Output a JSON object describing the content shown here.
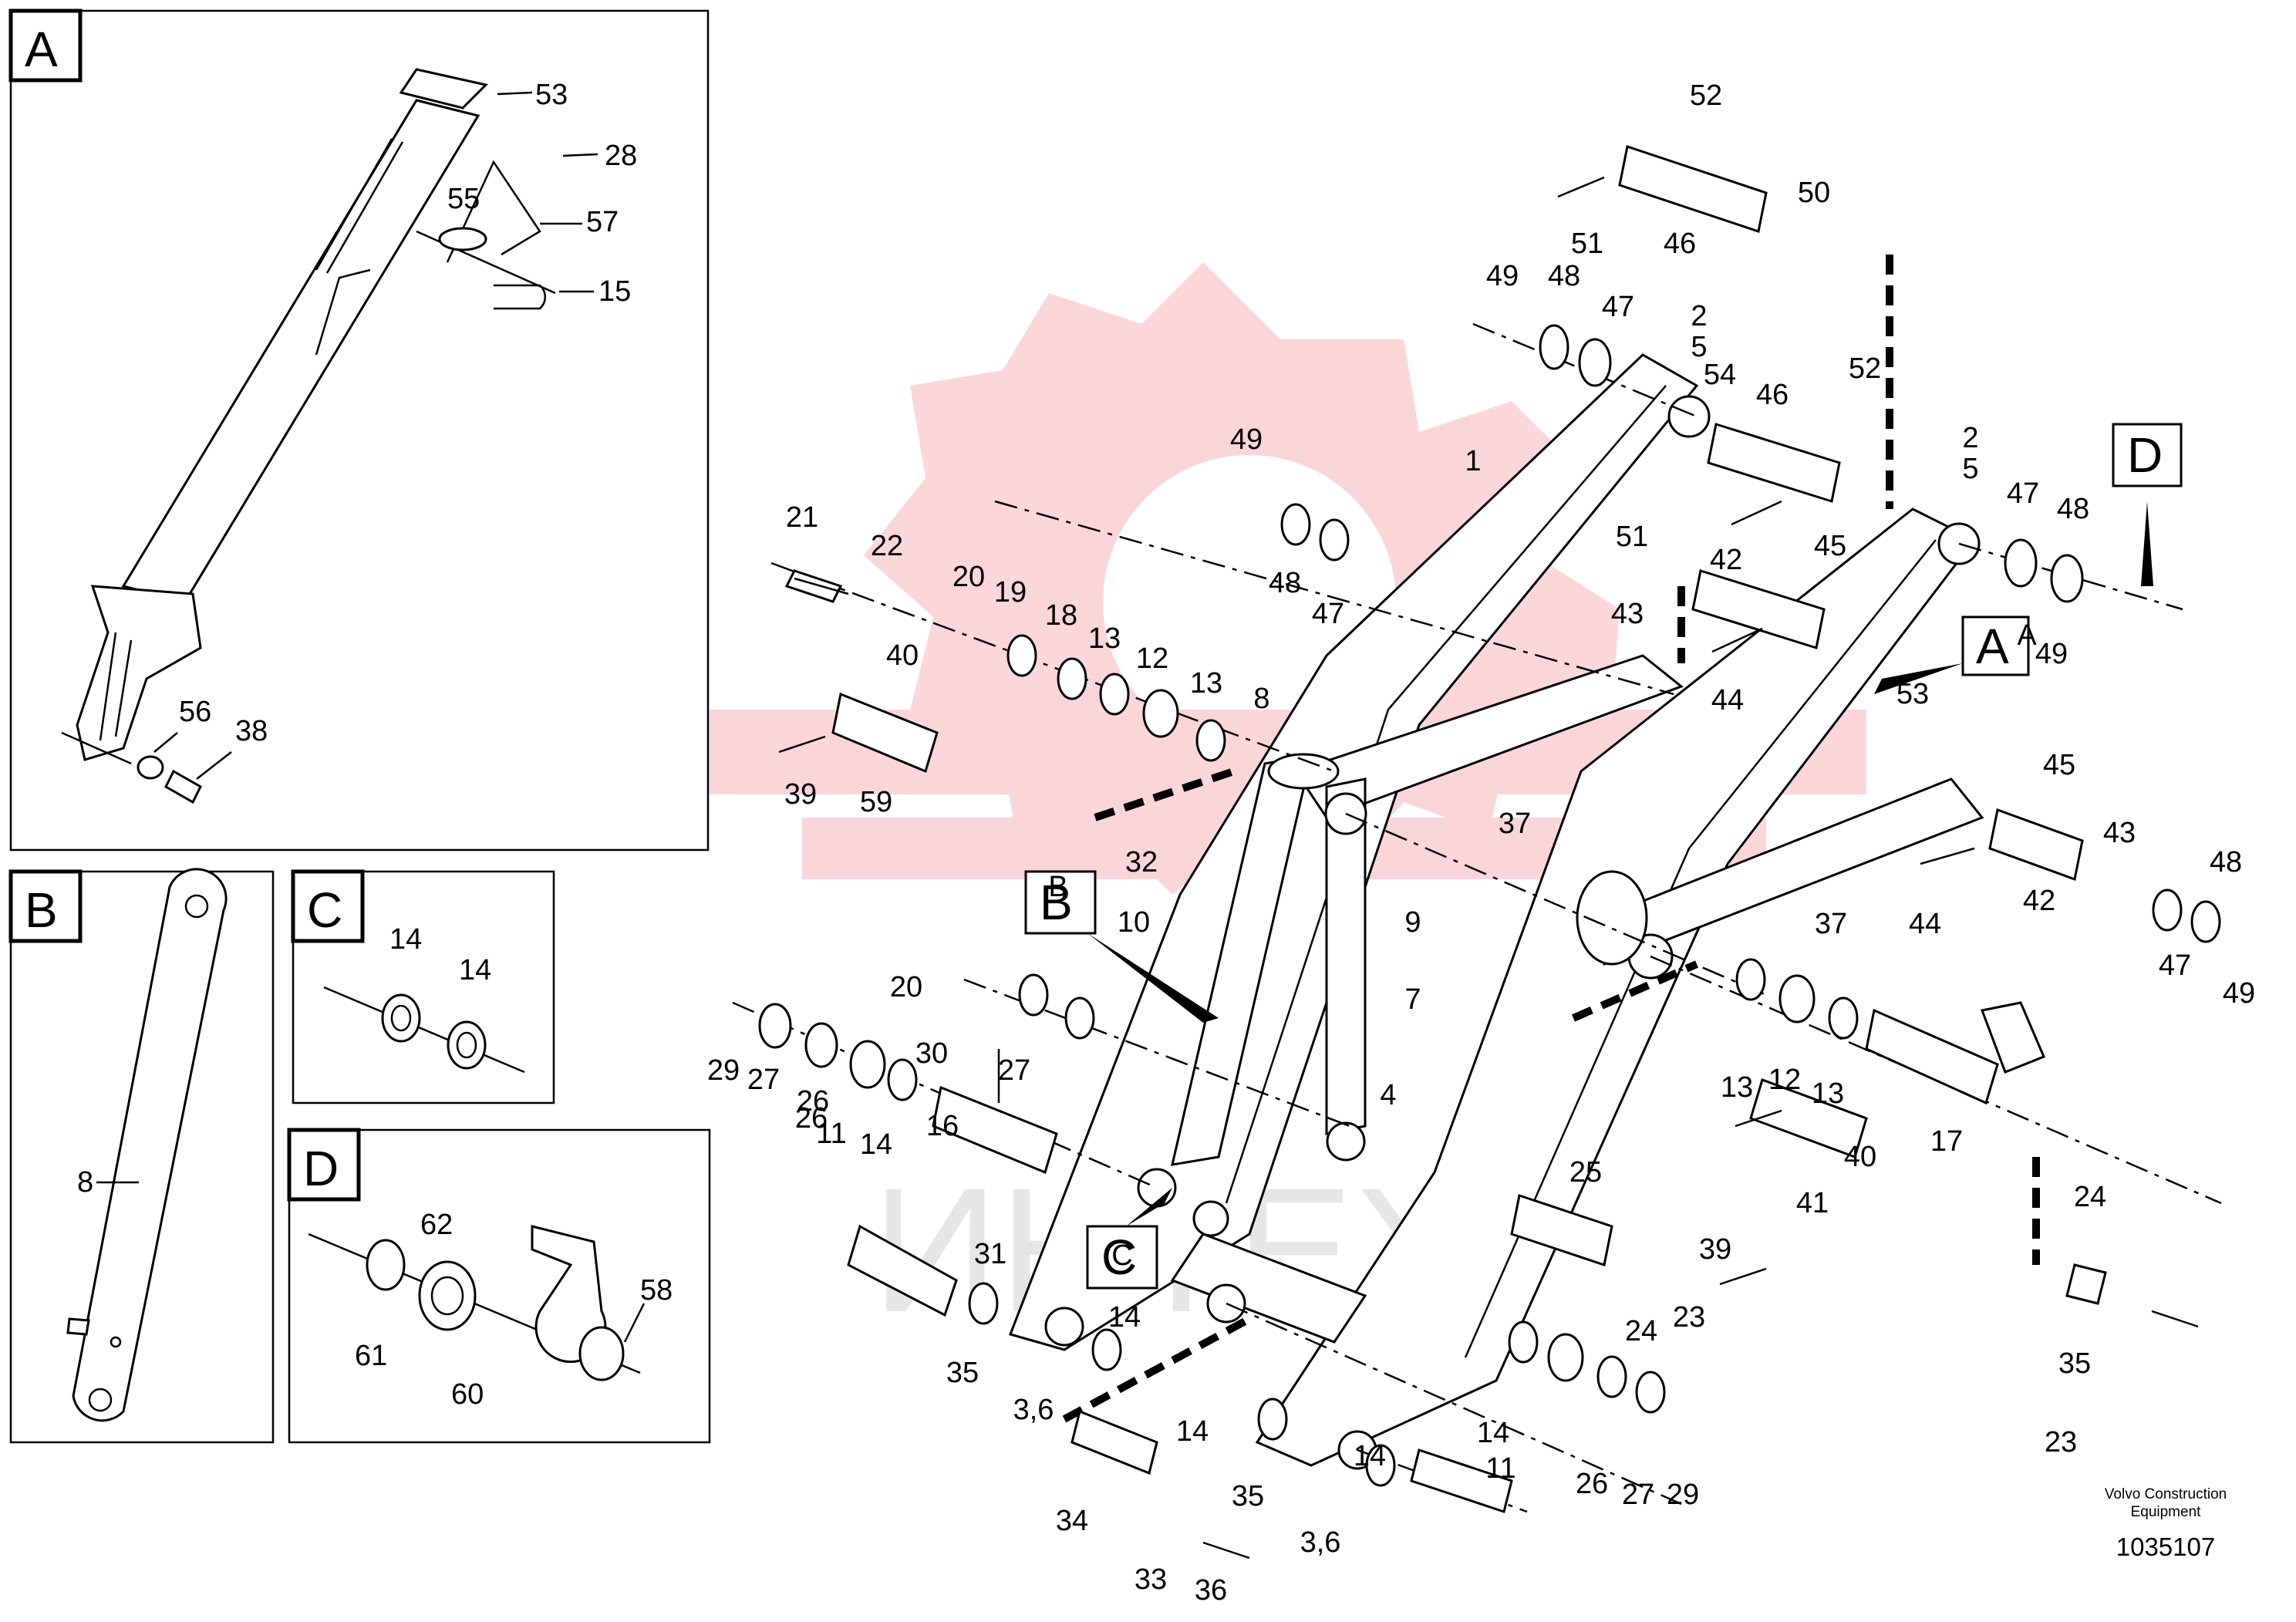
{
  "diagram": {
    "panels": {
      "A": {
        "letter": "A",
        "callouts": [
          "53",
          "28",
          "55",
          "57",
          "15",
          "56",
          "38"
        ]
      },
      "B": {
        "letter": "B",
        "callouts": [
          "8"
        ]
      },
      "C": {
        "letter": "C",
        "callouts": [
          "14",
          "14"
        ]
      },
      "D": {
        "letter": "D",
        "callouts": [
          "62",
          "58",
          "61",
          "60"
        ]
      }
    },
    "main_callouts": [
      "52",
      "50",
      "51",
      "46",
      "49",
      "48",
      "47",
      "2\n5",
      "54",
      "46",
      "52",
      "2\n5",
      "47",
      "48",
      "49",
      "1",
      "49",
      "48",
      "47",
      "51",
      "45",
      "43",
      "42",
      "44",
      "A",
      "53",
      "21",
      "22",
      "20",
      "19",
      "18",
      "13",
      "12",
      "13",
      "40",
      "8",
      "39",
      "59",
      "37",
      "32",
      "10",
      "9",
      "B",
      "7",
      "45",
      "43",
      "48",
      "44",
      "42",
      "47",
      "49",
      "37",
      "20",
      "27",
      "26",
      "29",
      "27",
      "26",
      "11",
      "14",
      "30",
      "16",
      "4",
      "13",
      "12",
      "13",
      "17",
      "24",
      "31",
      "C",
      "25",
      "39",
      "41",
      "40",
      "24",
      "23",
      "35",
      "23",
      "35",
      "14",
      "3,6",
      "14",
      "34",
      "33",
      "36",
      "35",
      "14",
      "3,6",
      "14",
      "11",
      "26",
      "27",
      "29",
      "14"
    ],
    "detail_markers": [
      "A",
      "B",
      "C",
      "D"
    ],
    "credit_line1": "Volvo Construction",
    "credit_line2": "Equipment",
    "document_number": "1035107",
    "watermark": "ИНТЕХ",
    "colors": {
      "watermark_gear": "#f04a55",
      "lines": "#000000",
      "background": "#ffffff"
    }
  }
}
